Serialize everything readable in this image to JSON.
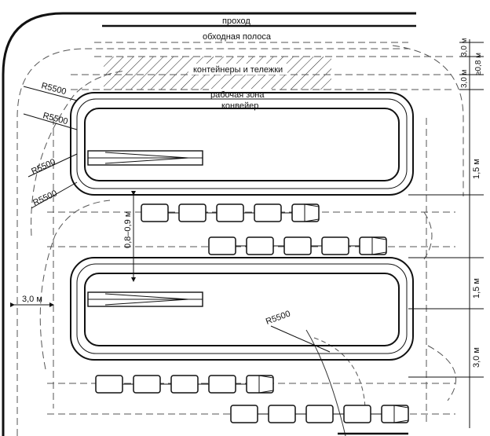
{
  "labels": {
    "passage": "проход",
    "bypass_lane": "обходная полоса",
    "containers": "контейнеры и тележки",
    "work_zone": "рабочая зона",
    "conveyor": "конвейер"
  },
  "radii": {
    "r1": "R5500",
    "r2": "R5500",
    "r3": "R5500",
    "r4": "R5500",
    "r5": "R5500"
  },
  "dimensions": {
    "top_3m": "3,0 м",
    "top_ge08": "≥0,8 м",
    "mid_3m": "3,0 м",
    "right_15_upper": "1,5 м",
    "right_15_lower": "1,5 м",
    "right_3_bottom": "3,0 м",
    "gap_08_09": "0,8–0,9 м",
    "left_3m": "3,0 м"
  }
}
